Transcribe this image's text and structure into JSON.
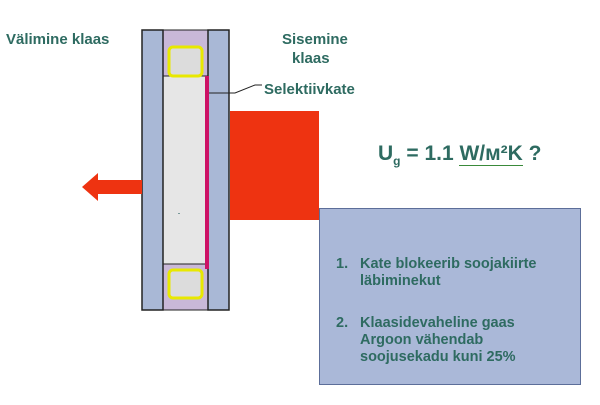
{
  "labels": {
    "outer_glass": "Välimine klaas",
    "inner_glass_line1": "Sisemine",
    "inner_glass_line2": "klaas",
    "coating": "Selektiivkate"
  },
  "formula": {
    "symbol": "U",
    "subscript": "g",
    "equals": " = 1.1 ",
    "unit": "W/м²K",
    "question": " ?"
  },
  "info": {
    "items": [
      {
        "num": "1.",
        "text": "Kate blokeerib soojakiirte läbiminekut"
      },
      {
        "num": "2.",
        "text": "Klaasidevaheline gaas Argoon vähendab soojusekadu kuni 25%"
      }
    ]
  },
  "colors": {
    "text": "#2e6b61",
    "glass": "#a9b8d6",
    "cavity": "#e6e6e6",
    "frame": "#c9b8d8",
    "spacer": "#e8e800",
    "coating": "#cc1166",
    "heat": "#ee3311",
    "box": "#aab8d8"
  }
}
